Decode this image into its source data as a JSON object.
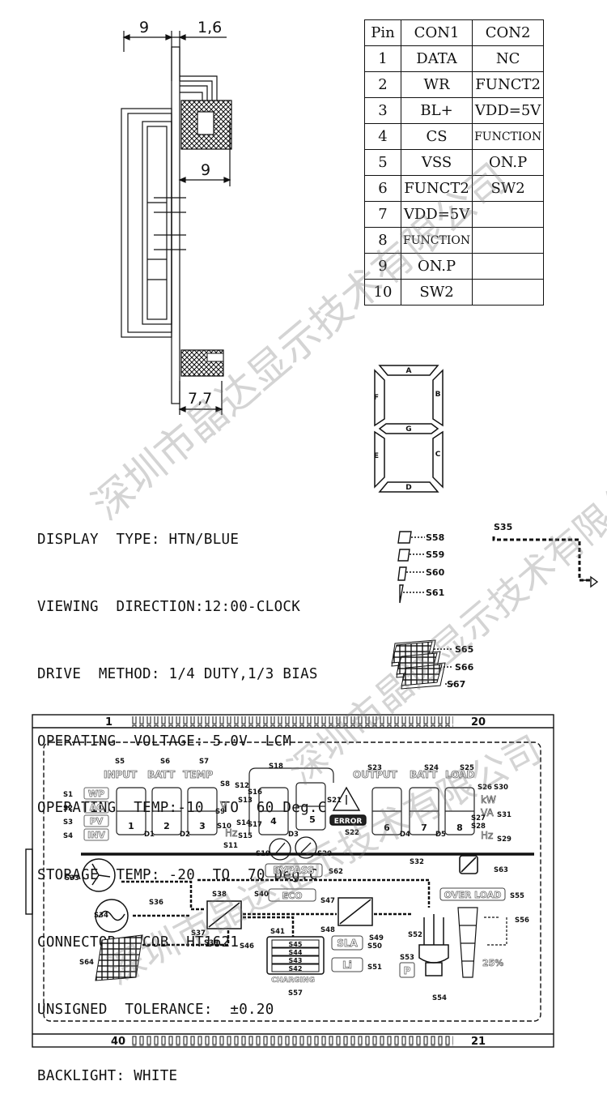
{
  "side_view": {
    "dim_top_left": "9",
    "dim_top_right": "1,6",
    "dim_mid": "9",
    "dim_bottom": "7,7"
  },
  "pin_table": {
    "headers": [
      "Pin",
      "CON1",
      "CON2"
    ],
    "rows": [
      {
        "pin": "1",
        "con1": "DATA",
        "con2": "NC"
      },
      {
        "pin": "2",
        "con1": "WR",
        "con2": "FUNCT2"
      },
      {
        "pin": "3",
        "con1": "BL+",
        "con2": "VDD=5V"
      },
      {
        "pin": "4",
        "con1": "CS",
        "con2": "FUNCTION"
      },
      {
        "pin": "5",
        "con1": "VSS",
        "con2": "ON.P"
      },
      {
        "pin": "6",
        "con1": "FUNCT2",
        "con2": "SW2"
      },
      {
        "pin": "7",
        "con1": "VDD=5V",
        "con2": ""
      },
      {
        "pin": "8",
        "con1": "FUNCTION",
        "con2": ""
      },
      {
        "pin": "9",
        "con1": "ON.P",
        "con2": ""
      },
      {
        "pin": "10",
        "con1": "SW2",
        "con2": ""
      }
    ]
  },
  "seven_seg": {
    "A": "A",
    "B": "B",
    "C": "C",
    "D": "D",
    "E": "E",
    "F": "F",
    "G": "G"
  },
  "specs": [
    "DISPLAY  TYPE: HTN/BLUE",
    "VIEWING  DIRECTION:12:00-CLOCK",
    "DRIVE  METHOD: 1/4 DUTY,1/3 BIAS",
    "OPERATING  VOLTAGE: 5.0V  LCM",
    "OPERATING  TEMP:-10  TO  60 Deg.C",
    "STORAGE  TEMP: -20  TO  70 Deg.C",
    "CONNECTOR:  COB  HT1621",
    "UNSIGNED  TOLERANCE:  ±0.20",
    "BACKLIGHT: WHITE"
  ],
  "legend": {
    "s58": "S58",
    "s59": "S59",
    "s60": "S60",
    "s61": "S61",
    "s35": "S35",
    "s65": "S65",
    "s66": "S66",
    "s67": "S67"
  },
  "lcd": {
    "pin1": "1",
    "pin20": "20",
    "pin40": "40",
    "pin21": "21",
    "titles": {
      "input": "INPUT",
      "batt_in": "BATT",
      "temp": "TEMP",
      "output": "OUTPUT",
      "batt_out": "BATT",
      "load": "LOAD"
    },
    "left_labels": {
      "wp": "WP",
      "ac": "AC",
      "pv": "PV",
      "inv": "INV"
    },
    "digits": {
      "d1": "1",
      "d2": "2",
      "d3": "3",
      "d4": "4",
      "d5": "5",
      "d6": "6",
      "d7": "7",
      "d8": "8"
    },
    "units": {
      "kw": "kW",
      "va": "VA",
      "hz1": "Hz",
      "hz2": "Hz",
      "v": "V"
    },
    "boxes": {
      "error": "ERROR",
      "bypass": "BYPASS",
      "eco": "ECO",
      "overload": "OVER LOAD",
      "sla": "SLA",
      "li": "Li",
      "p": "P",
      "charging": "CHARGING",
      "pct": "25%",
      "c1": "S45",
      "c2": "S44",
      "c3": "S43",
      "c4": "S42"
    },
    "seg": {
      "s1": "S1",
      "s2": "S2",
      "s3": "S3",
      "s4": "S4",
      "s5": "S5",
      "s6": "S6",
      "s7": "S7",
      "s8": "S8",
      "s9": "S9",
      "s10": "S10",
      "s11": "S11",
      "s12": "S12",
      "s13": "S13",
      "s14": "S14",
      "s15": "S15",
      "s16": "S16",
      "s17": "S17",
      "s18": "S18",
      "s19": "S19",
      "s20": "S20",
      "s21": "S21",
      "s22": "S22",
      "s23": "S23",
      "s24": "S24",
      "s25": "S25",
      "s26": "S26",
      "s27": "S27",
      "s28": "S28",
      "s29": "S29",
      "s30": "S30",
      "s31": "S31",
      "s32": "S32",
      "s33": "S33",
      "s34": "S34",
      "s36": "S36",
      "s37": "S37",
      "s38": "S38",
      "s39": "S39",
      "s40": "S40",
      "s41": "S41",
      "s46": "S46",
      "s47": "S47",
      "s48": "S48",
      "s49": "S49",
      "s50": "S50",
      "s51": "S51",
      "s52": "S52",
      "s53": "S53",
      "s54": "S54",
      "s55": "S55",
      "s56": "S56",
      "s57": "S57",
      "s62": "S62",
      "s63": "S63",
      "s64": "S64",
      "d1": "D1",
      "d2": "D2",
      "d3": "D3",
      "d4": "D4",
      "d5": "D5"
    }
  },
  "watermark": {
    "line1": "深圳市晶达显示技术有限公司",
    "line2": "深圳市晶达显示技术有限公司",
    "line3": "深圳市晶达显示技术有限公司"
  }
}
